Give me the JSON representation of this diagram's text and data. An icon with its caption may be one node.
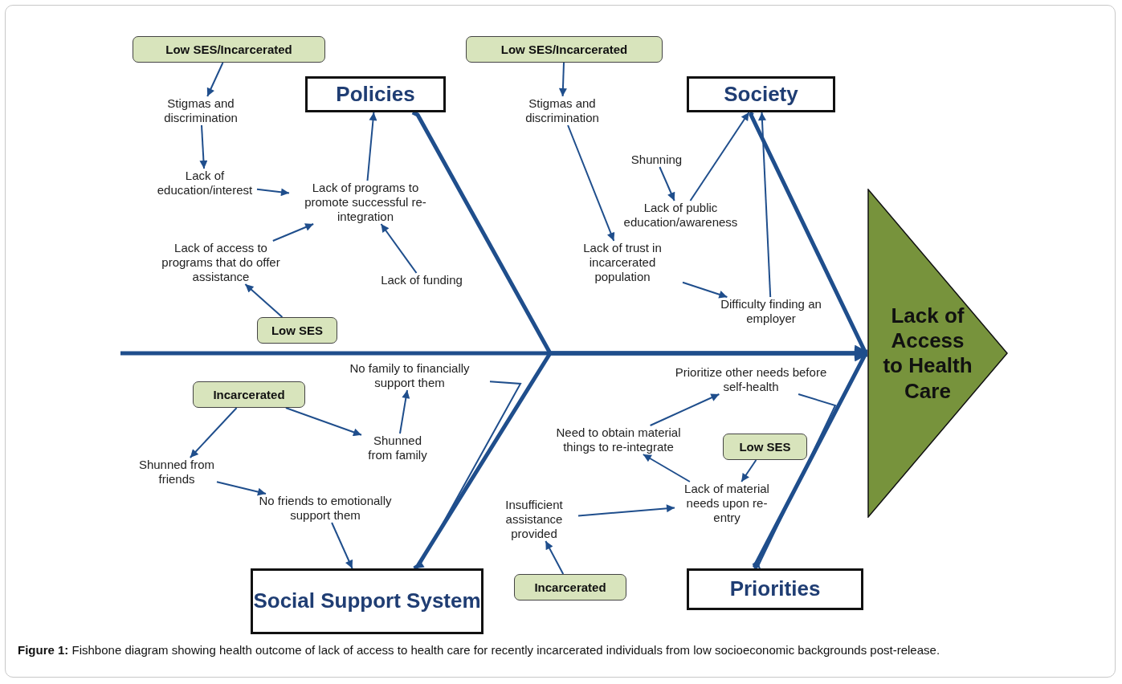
{
  "diagram": {
    "nodes": [
      {
        "text": [
          "Policies"
        ]
      },
      {
        "text": [
          "Society"
        ]
      },
      {
        "text": [
          "Social Support System"
        ]
      },
      {
        "text": [
          "Priorities"
        ]
      },
      {
        "text": [
          "Lack of Access to Health Care"
        ]
      },
      {
        "text": [
          "Low SES/Incarcerated"
        ]
      },
      {
        "text": [
          "Stigmas and discrimination"
        ]
      },
      {
        "text": [
          "Lack of education/interest"
        ]
      },
      {
        "text": [
          "Lack of programs to promote successful re-integration"
        ]
      },
      {
        "text": [
          "Lack of access to programs that do offer assistance"
        ]
      },
      {
        "text": [
          "Low SES"
        ]
      },
      {
        "text": [
          "Lack of funding"
        ]
      },
      {
        "text": [
          "Low SES/Incarcerated"
        ]
      },
      {
        "text": [
          "Stigmas and discrimination"
        ]
      },
      {
        "text": [
          "Shunning"
        ]
      },
      {
        "text": [
          "Lack of public education/awareness"
        ]
      },
      {
        "text": [
          "Lack of trust in incarcerated population"
        ]
      },
      {
        "text": [
          "Difficulty finding an employer"
        ]
      },
      {
        "text": [
          "Incarcerated"
        ]
      },
      {
        "text": [
          "No family to financially support them"
        ]
      },
      {
        "text": [
          "Shunned from family"
        ]
      },
      {
        "text": [
          "Shunned from friends"
        ]
      },
      {
        "text": [
          "No friends to emotionally support them"
        ]
      },
      {
        "text": [
          "Prioritize other needs before self-health"
        ]
      },
      {
        "text": [
          "Need to obtain material things to re-integrate"
        ]
      },
      {
        "text": [
          "Low SES"
        ]
      },
      {
        "text": [
          "Lack of material needs upon re-entry"
        ]
      },
      {
        "text": [
          "Insufficient assistance provided"
        ]
      },
      {
        "text": [
          "Incarcerated"
        ]
      }
    ],
    "edges": [
      {
        "from": null,
        "to": 4,
        "arrow": "to",
        "style": "thick"
      },
      {
        "from": 0,
        "to": 4,
        "arrow": "to",
        "style": "thick"
      },
      {
        "from": 1,
        "to": 4,
        "arrow": "to",
        "style": "thick"
      },
      {
        "from": 2,
        "to": 4,
        "arrow": "to",
        "style": "thick"
      },
      {
        "from": 3,
        "to": 4,
        "arrow": "to",
        "style": "thick"
      },
      {
        "from": 5,
        "to": 6,
        "arrow": "to"
      },
      {
        "from": 6,
        "to": 7,
        "arrow": "to"
      },
      {
        "from": 7,
        "to": 8,
        "arrow": "to"
      },
      {
        "from": 9,
        "to": 8,
        "arrow": "to"
      },
      {
        "from": 10,
        "to": 9,
        "arrow": "to"
      },
      {
        "from": 11,
        "to": 8,
        "arrow": "to"
      },
      {
        "from": 8,
        "to": 0,
        "arrow": "to"
      },
      {
        "from": 12,
        "to": 13,
        "arrow": "to"
      },
      {
        "from": 13,
        "to": 16,
        "arrow": "to"
      },
      {
        "from": 14,
        "to": 15,
        "arrow": "to"
      },
      {
        "from": 15,
        "to": 1,
        "arrow": "to"
      },
      {
        "from": 16,
        "to": 17,
        "arrow": "to"
      },
      {
        "from": 17,
        "to": 1,
        "arrow": "to"
      },
      {
        "from": 18,
        "to": 20,
        "arrow": "to"
      },
      {
        "from": 20,
        "to": 19,
        "arrow": "to"
      },
      {
        "from": 19,
        "to": 2,
        "arrow": "to"
      },
      {
        "from": 18,
        "to": 21,
        "arrow": "to"
      },
      {
        "from": 21,
        "to": 22,
        "arrow": "to"
      },
      {
        "from": 22,
        "to": 2,
        "arrow": "to"
      },
      {
        "from": 23,
        "to": 3,
        "arrow": "to"
      },
      {
        "from": 24,
        "to": 23,
        "arrow": "to"
      },
      {
        "from": 26,
        "to": 24,
        "arrow": "to"
      },
      {
        "from": 25,
        "to": 26,
        "arrow": "to"
      },
      {
        "from": 27,
        "to": 26,
        "arrow": "to"
      },
      {
        "from": 28,
        "to": 27,
        "arrow": "to"
      }
    ],
    "caption": "**Figure 1:** Fishbone diagram showing health outcome of lack of access to health care for recently incarcerated individuals from low socioeconomic backgrounds post-release."
  }
}
